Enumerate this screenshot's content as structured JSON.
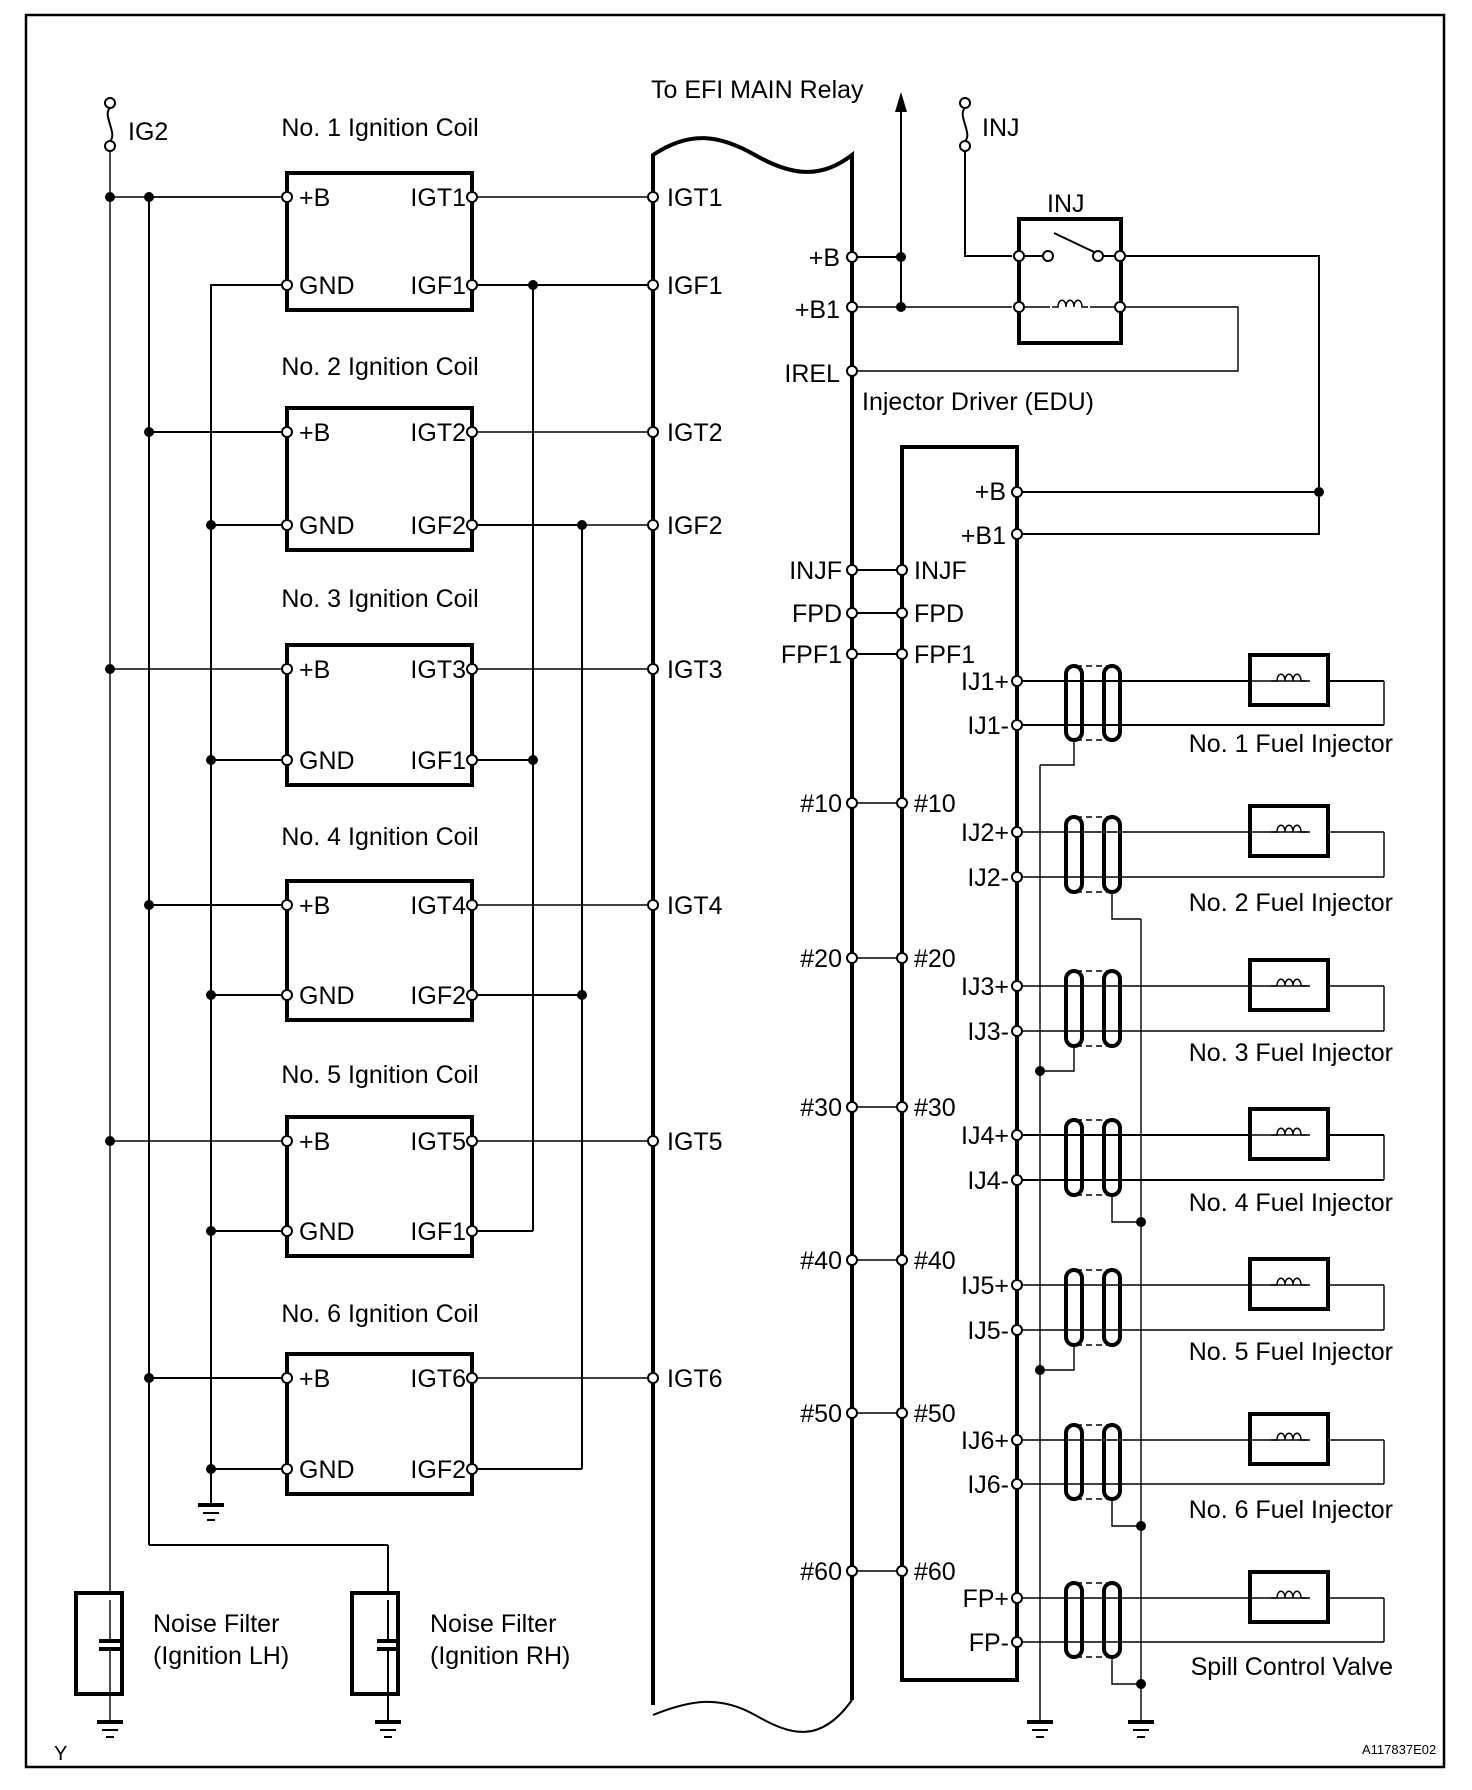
{
  "figure": {
    "code": "A117837E02",
    "corner_mark": "Y",
    "ink_color": "#000000",
    "paper_color": "#ffffff"
  },
  "fuses": {
    "ig2": {
      "label": "IG2"
    },
    "inj": {
      "label": "INJ"
    }
  },
  "top_arrow": {
    "label": "To EFI MAIN Relay"
  },
  "ignition_coils": [
    {
      "title": "No. 1 Ignition Coil",
      "pin_b": "+B",
      "pin_gnd": "GND",
      "pin_igt": "IGT1",
      "pin_igf": "IGF1",
      "ecm_igt": "IGT1",
      "ecm_igf": "IGF1",
      "igf_line": 1,
      "b_source": "both"
    },
    {
      "title": "No. 2 Ignition Coil",
      "pin_b": "+B",
      "pin_gnd": "GND",
      "pin_igt": "IGT2",
      "pin_igf": "IGF2",
      "ecm_igt": "IGT2",
      "ecm_igf": "IGF2",
      "igf_line": 2,
      "b_source": "rh"
    },
    {
      "title": "No. 3 Ignition Coil",
      "pin_b": "+B",
      "pin_gnd": "GND",
      "pin_igt": "IGT3",
      "pin_igf": "IGF1",
      "ecm_igt": "IGT3",
      "ecm_igf": "",
      "igf_line": 1,
      "b_source": "lh"
    },
    {
      "title": "No. 4 Ignition Coil",
      "pin_b": "+B",
      "pin_gnd": "GND",
      "pin_igt": "IGT4",
      "pin_igf": "IGF2",
      "ecm_igt": "IGT4",
      "ecm_igf": "",
      "igf_line": 2,
      "b_source": "rh"
    },
    {
      "title": "No. 5 Ignition Coil",
      "pin_b": "+B",
      "pin_gnd": "GND",
      "pin_igt": "IGT5",
      "pin_igf": "IGF1",
      "ecm_igt": "IGT5",
      "ecm_igf": "",
      "igf_line": 1,
      "b_source": "lh"
    },
    {
      "title": "No. 6 Ignition Coil",
      "pin_b": "+B",
      "pin_gnd": "GND",
      "pin_igt": "IGT6",
      "pin_igf": "IGF2",
      "ecm_igt": "IGT6",
      "ecm_igf": "",
      "igf_line": 2,
      "b_source": "rh"
    }
  ],
  "noise_filters": [
    {
      "line1": "Noise Filter",
      "line2": "(Ignition LH)"
    },
    {
      "line1": "Noise Filter",
      "line2": "(Ignition RH)"
    }
  ],
  "ecm_power_pins": [
    "+B",
    "+B1",
    "IREL"
  ],
  "inj_relay": {
    "label": "INJ"
  },
  "edu": {
    "title": "Injector Driver (EDU)",
    "power_pins": [
      "+B",
      "+B1"
    ]
  },
  "ecm_edu_links": [
    {
      "ecm": "INJF",
      "edu": "INJF"
    },
    {
      "ecm": "FPD",
      "edu": "FPD"
    },
    {
      "ecm": "FPF1",
      "edu": "FPF1"
    },
    {
      "ecm": "#10",
      "edu": "#10"
    },
    {
      "ecm": "#20",
      "edu": "#20"
    },
    {
      "ecm": "#30",
      "edu": "#30"
    },
    {
      "ecm": "#40",
      "edu": "#40"
    },
    {
      "ecm": "#50",
      "edu": "#50"
    },
    {
      "ecm": "#60",
      "edu": "#60"
    }
  ],
  "injectors": [
    {
      "name": "No. 1 Fuel Injector",
      "pos": "IJ1+",
      "neg": "IJ1-",
      "shield_ground": "left"
    },
    {
      "name": "No. 2 Fuel Injector",
      "pos": "IJ2+",
      "neg": "IJ2-",
      "shield_ground": "right"
    },
    {
      "name": "No. 3 Fuel Injector",
      "pos": "IJ3+",
      "neg": "IJ3-",
      "shield_ground": "left"
    },
    {
      "name": "No. 4 Fuel Injector",
      "pos": "IJ4+",
      "neg": "IJ4-",
      "shield_ground": "right"
    },
    {
      "name": "No. 5 Fuel Injector",
      "pos": "IJ5+",
      "neg": "IJ5-",
      "shield_ground": "left"
    },
    {
      "name": "No. 6 Fuel Injector",
      "pos": "IJ6+",
      "neg": "IJ6-",
      "shield_ground": "right"
    },
    {
      "name": "Spill Control Valve",
      "pos": "FP+",
      "neg": "FP-",
      "shield_ground": "right"
    }
  ]
}
